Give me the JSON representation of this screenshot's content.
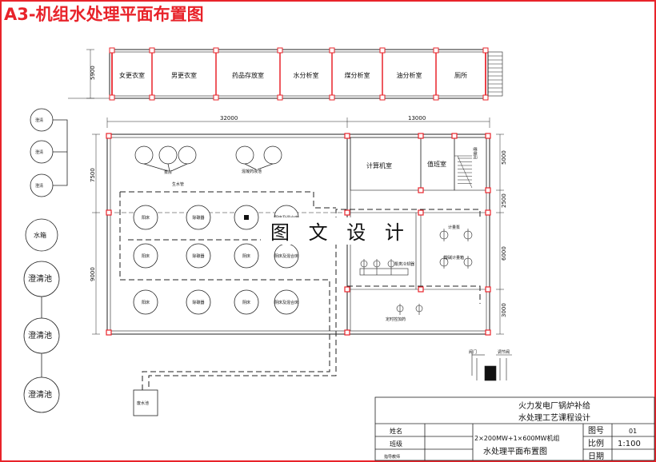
{
  "title": "A3-机组水处理平面布置图",
  "watermark": "图 文 设 计",
  "top_building": {
    "rooms": [
      "女更衣室",
      "男更衣室",
      "药品存放室",
      "水分析室",
      "煤分析室",
      "油分析室",
      "厕所"
    ],
    "height_dim": "5900"
  },
  "main_building": {
    "width_dims": [
      "32000",
      "13000"
    ],
    "right_dims": [
      "5000",
      "2500",
      "6000",
      "3000"
    ],
    "left_dims": [
      "7500",
      "9000"
    ],
    "rooms": {
      "computer": "计算机室",
      "duty": "值班室",
      "stairs": "楼梯间"
    },
    "labels": {
      "pump1": "泵房",
      "dosing_room": "混凝药液池",
      "pipe_row": "生水管",
      "chem_pump": "计量泵",
      "d1": "泵类冷却器",
      "d2": "定时控加药",
      "d3": "酸碱计量箱"
    },
    "tanks_r1": [
      "阳床",
      "除碳器",
      "",
      "阴床及混合床"
    ],
    "tanks_r2": [
      "阳床",
      "除碳器",
      "阴床",
      "阴床及混合床"
    ],
    "tanks_r3": [
      "阳床",
      "除碳器",
      "阴床",
      "阴床及混合床"
    ]
  },
  "left_column": {
    "small_tanks": [
      "澄清",
      "澄清",
      "澄清"
    ],
    "mid_tank": "水箱",
    "clarifiers": [
      "澄清池",
      "澄清池",
      "澄清池"
    ],
    "waste": "废水池"
  },
  "legend": {
    "a": "阀门",
    "b": "调节阀"
  },
  "title_block": {
    "project1": "火力发电厂锅炉补给",
    "project2": "水处理工艺课程设计",
    "drawing1": "2×200MW+1×600MW机组",
    "drawing2": "水处理平面布置图",
    "row_labels": [
      "姓名",
      "班级",
      "指导教师"
    ],
    "fig_no_label": "图号",
    "fig_no": "01",
    "scale_label": "比例",
    "scale": "1:100",
    "date_label": "日期",
    "date": ""
  }
}
